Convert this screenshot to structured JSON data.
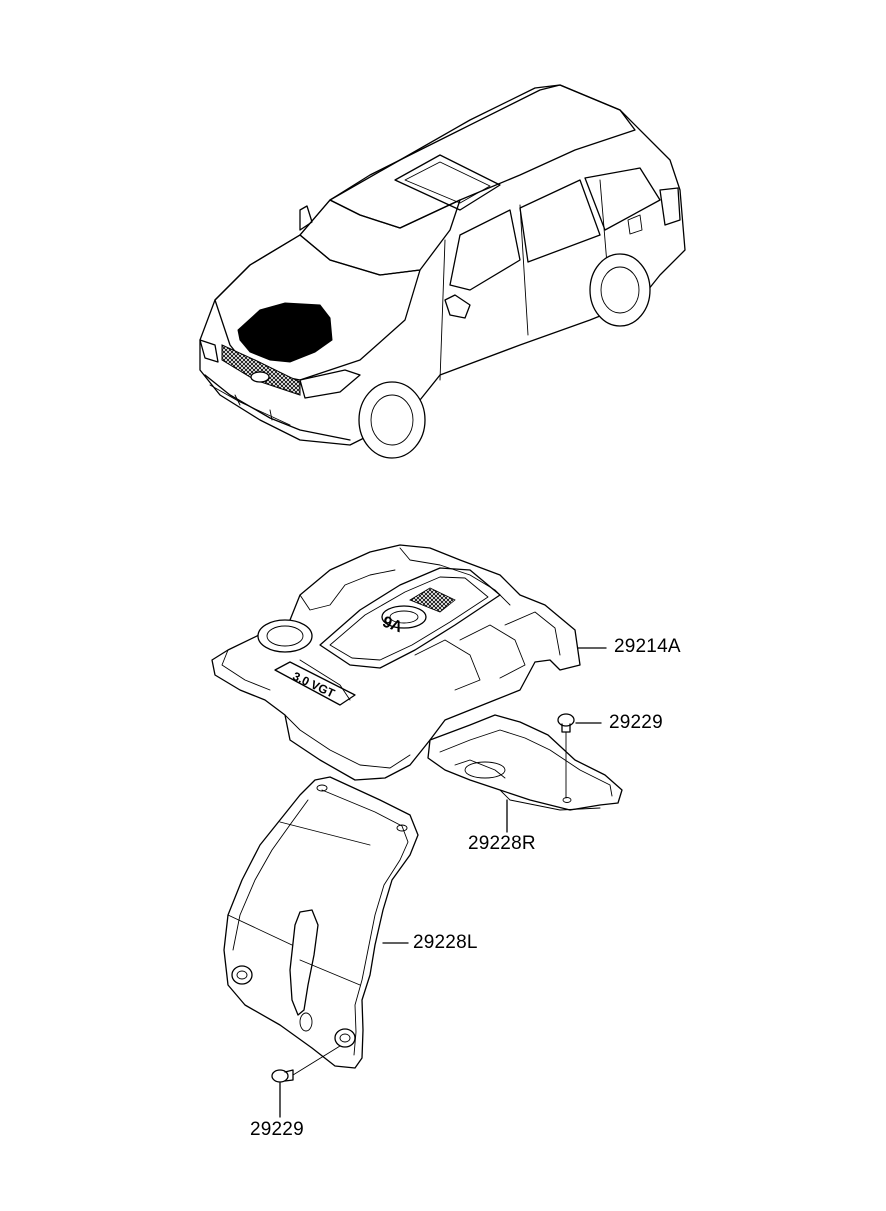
{
  "parts": [
    {
      "id": "engine-cover",
      "part_number": "29214A"
    },
    {
      "id": "under-cover-right",
      "part_number": "29228R"
    },
    {
      "id": "under-cover-left",
      "part_number": "29228L"
    },
    {
      "id": "screw-right",
      "part_number": "29229"
    },
    {
      "id": "screw-left",
      "part_number": "29229"
    }
  ],
  "emblem_text": [
    "V6",
    "3.0 VGT"
  ],
  "colors": {
    "line": "#000000",
    "background": "#ffffff",
    "highlight_fill": "#000000"
  }
}
